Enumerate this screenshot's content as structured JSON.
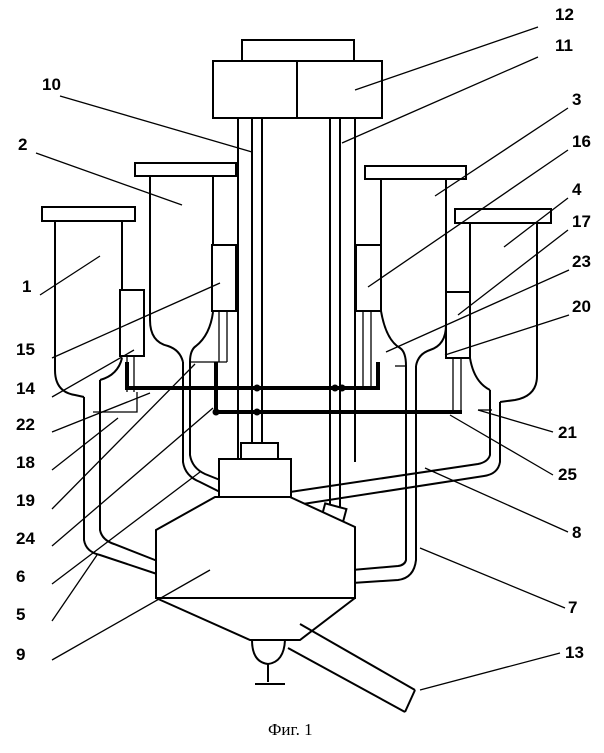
{
  "caption": "Фиг. 1",
  "labels": [
    "1",
    "2",
    "3",
    "4",
    "5",
    "6",
    "7",
    "8",
    "9",
    "10",
    "11",
    "12",
    "13",
    "14",
    "15",
    "16",
    "17",
    "18",
    "19",
    "20",
    "21",
    "22",
    "23",
    "24",
    "25"
  ]
}
